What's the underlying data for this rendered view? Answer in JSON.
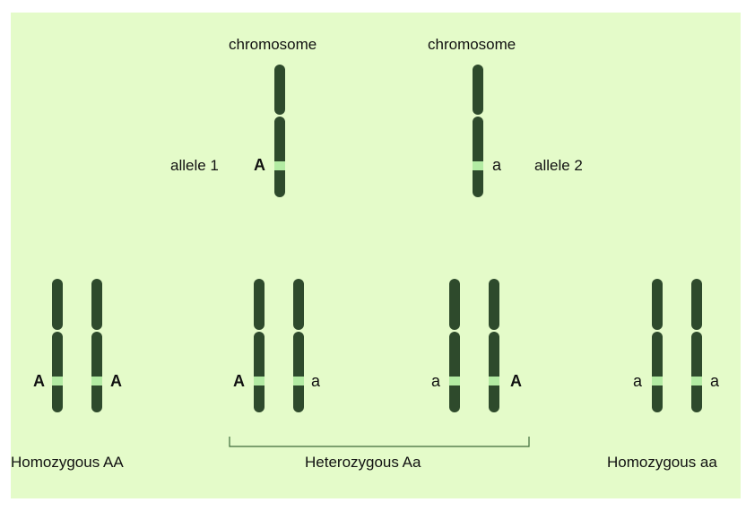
{
  "top": {
    "chromosome_label_1": "chromosome",
    "chromosome_label_2": "chromosome",
    "allele1_label": "allele 1",
    "allele2_label": "allele 2",
    "allele1_symbol": "A",
    "allele2_symbol": "a"
  },
  "pairs": [
    {
      "left": "A",
      "right": "A"
    },
    {
      "left": "A",
      "right": "a"
    },
    {
      "left": "a",
      "right": "A"
    },
    {
      "left": "a",
      "right": "a"
    }
  ],
  "captions": {
    "homozygous_AA": "Homozygous AA",
    "heterozygous_Aa": "Heterozygous Aa",
    "homozygous_aa": "Homozygous aa"
  },
  "colors": {
    "background": "#e4fbc9",
    "chromosome": "#2e4a2c",
    "band": "#b3eba3"
  }
}
